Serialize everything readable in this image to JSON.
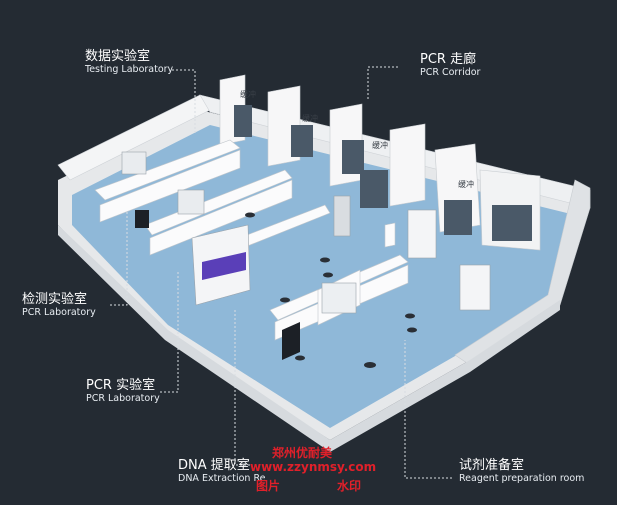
{
  "callouts": {
    "testing": {
      "cn": "数据实验室",
      "en": "Testing Laboratory"
    },
    "corridor": {
      "cn": "PCR 走廊",
      "en": "PCR Corridor"
    },
    "detection": {
      "cn": "检测实验室",
      "en": "PCR Laboratory"
    },
    "pcr": {
      "cn": "PCR 实验室",
      "en": "PCR Laboratory"
    },
    "dna": {
      "cn": "DNA 提取室",
      "en": "DNA Extraction Re"
    },
    "reagent": {
      "cn": "试剂准备室",
      "en": "Reagent preparation room"
    }
  },
  "buffer_labels": [
    "缓冲",
    "缓冲",
    "缓冲",
    "缓冲"
  ],
  "watermark": {
    "line1": "郑州优耐美",
    "line2": "www.zzynmsy.com",
    "line3a": "图片",
    "line3b": "水印"
  },
  "colors": {
    "background": "#242b33",
    "floor": "#8fb8d8",
    "wall": "#f2f3f4",
    "accent_purple": "#5a3fb8"
  }
}
